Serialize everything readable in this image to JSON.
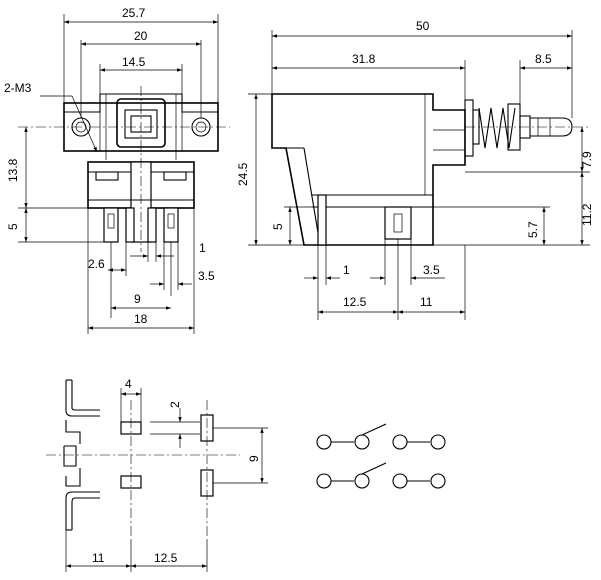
{
  "front_view": {
    "dims": {
      "overall_width": "25.7",
      "hole_pitch": "20",
      "inner_width": "14.5",
      "mount_hole_label": "2-M3",
      "height_upper": "13.8",
      "height_lower": "5",
      "pin_offset_a": "2.6",
      "pin_thickness": "1",
      "pin_width": "3.5",
      "pin_pitch": "9",
      "pin_span": "18"
    }
  },
  "side_view": {
    "dims": {
      "overall_length": "50",
      "body_length": "31.8",
      "plunger_length": "8.5",
      "body_height": "24.5",
      "plunger_height": "7.9",
      "terminal_height": "11.2",
      "terminal_offset": "5.7",
      "terminal_length": "5",
      "pin_thickness": "1",
      "pin_width": "3.5",
      "pin_position": "12.5",
      "pin_pitch": "11"
    }
  },
  "pcb_layout": {
    "dims": {
      "pad_pitch_x": "4",
      "pad_gap": "2",
      "pad_pitch_y": "9",
      "edge_offset": "11",
      "row_offset": "12.5"
    }
  }
}
